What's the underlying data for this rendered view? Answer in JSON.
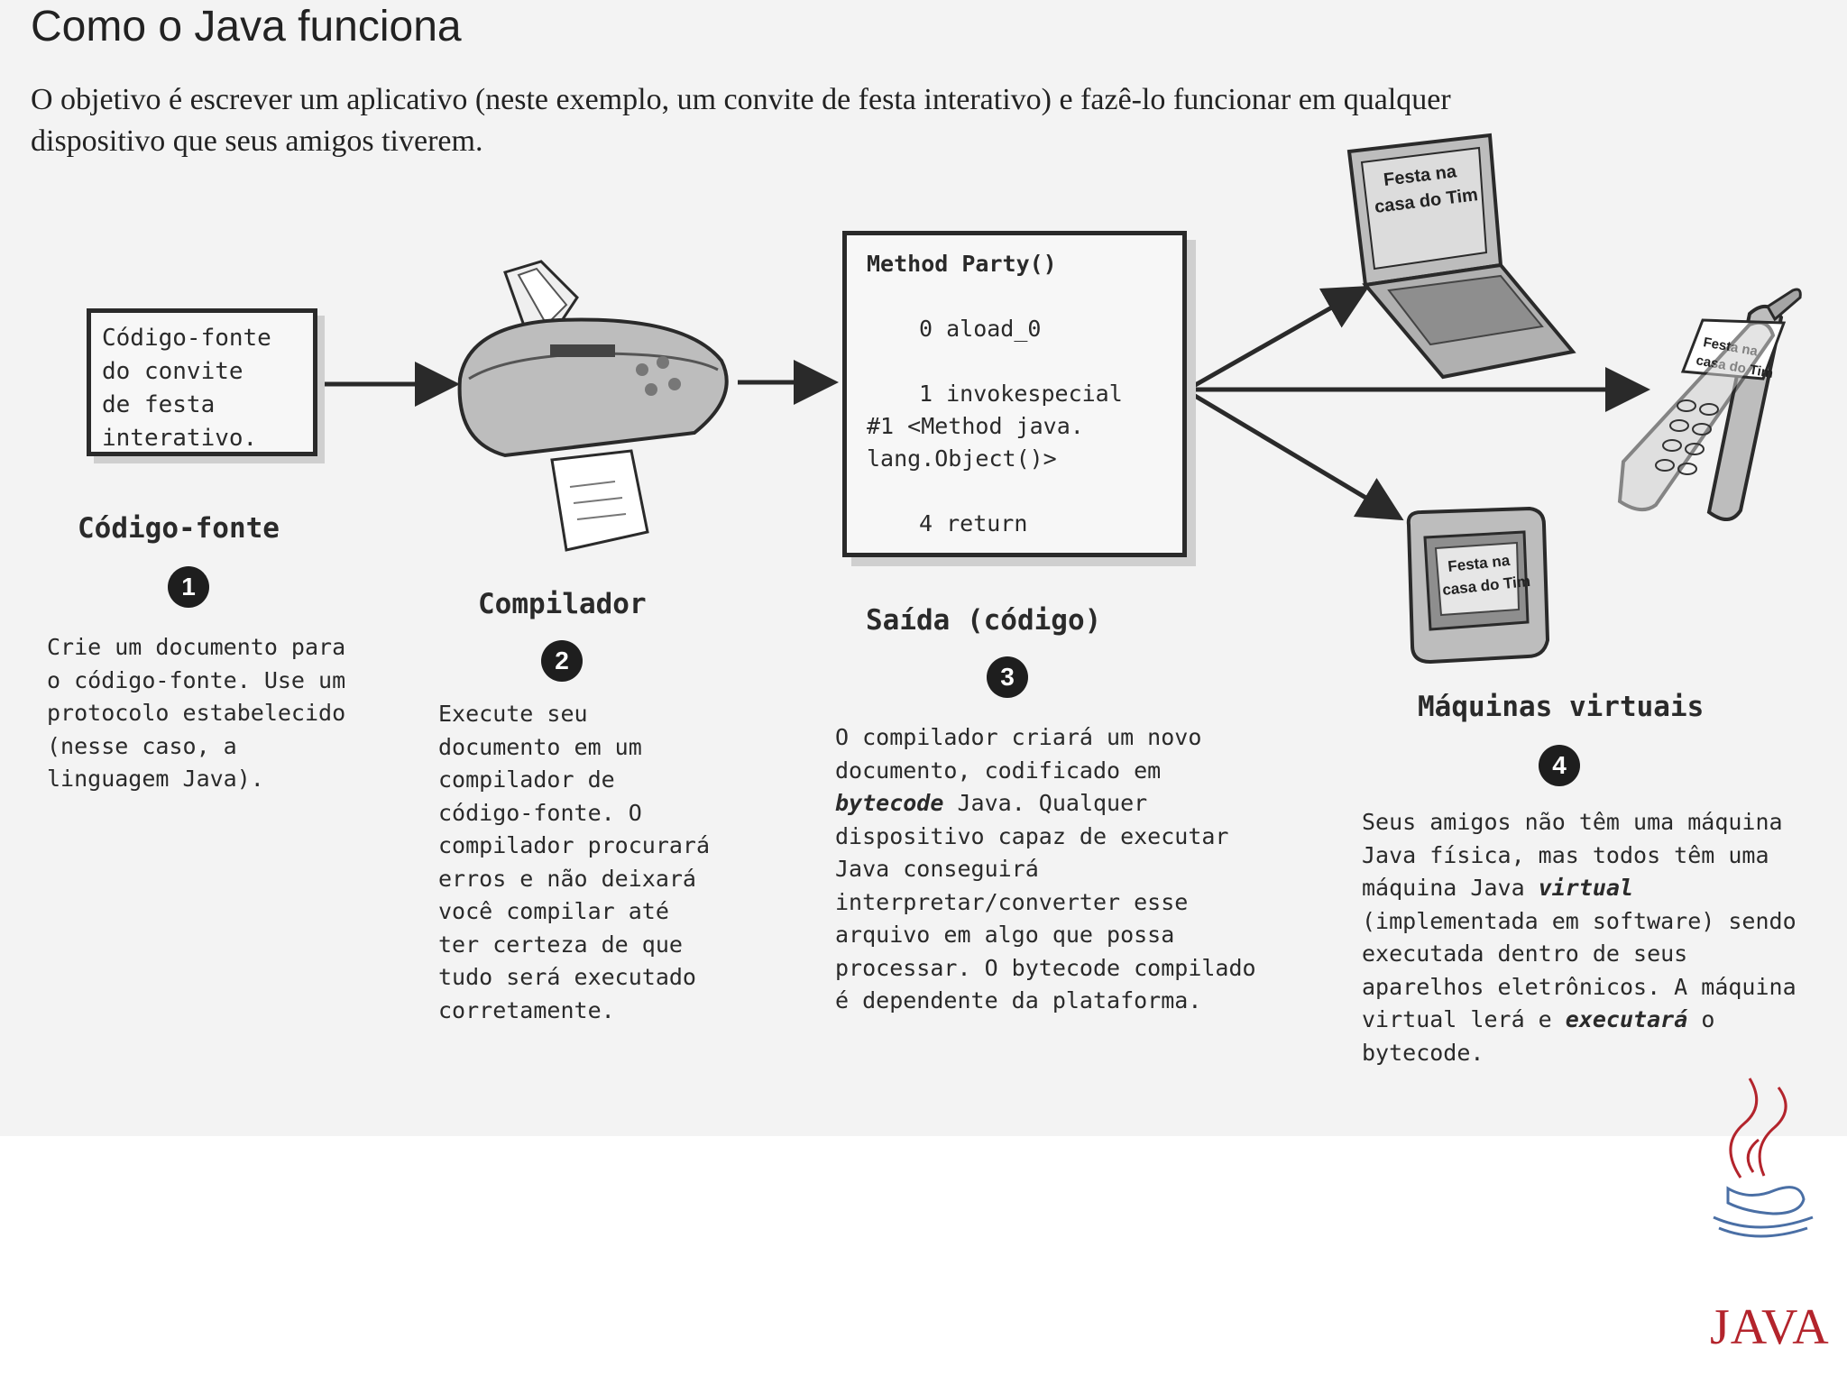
{
  "title": "Como o Java funciona",
  "intro": "O objetivo é escrever um aplicativo (neste exemplo, um convite de festa interativo) e fazê-lo funcionar em qualquer dispositivo que seus amigos tiverem.",
  "source_box": "Código-fonte\ndo convite\nde festa\ninterativo.",
  "bytecode_box": {
    "header": "Method Party()",
    "lines": [
      "0 aload_0",
      "1 invokespecial",
      "#1 <Method java.",
      "lang.Object()>",
      "4 return"
    ]
  },
  "device_screens": {
    "laptop": [
      "Festa na",
      "casa do Tim"
    ],
    "phone": [
      "Festa na",
      "casa do Tim"
    ],
    "pda": [
      "Festa na",
      "casa do Tim"
    ]
  },
  "steps": [
    {
      "number": "1",
      "title": "Código-fonte",
      "desc": [
        "Crie um documento para",
        "o código-fonte. Use um",
        "protocolo estabelecido",
        "(nesse caso, a",
        "linguagem Java)."
      ]
    },
    {
      "number": "2",
      "title": "Compilador",
      "desc": [
        "Execute seu",
        "documento em um",
        "compilador de",
        "código-fonte. O",
        "compilador procurará",
        "erros e não deixará",
        "você compilar até",
        "ter certeza de que",
        "tudo será executado",
        "corretamente."
      ]
    },
    {
      "number": "3",
      "title": "Saída (código)",
      "desc_pre": "O compilador criará um novo documento, codificado em",
      "desc_bold": "bytecode",
      "desc_post": "Java. Qualquer dispositivo capaz de executar Java conseguirá interpretar/converter esse arquivo em algo que possa processar. O bytecode compilado é dependente da plataforma."
    },
    {
      "number": "4",
      "title": "Máquinas virtuais",
      "desc_pre": "Seus amigos não têm uma máquina Java física, mas todos têm uma máquina Java",
      "desc_bold1": "virtual",
      "desc_mid": "(implementada em software) sendo executada dentro de seus aparelhos eletrônicos. A máquina virtual lerá e",
      "desc_bold2": "executará",
      "desc_post": "o bytecode."
    }
  ],
  "logo": {
    "text": "JAVA",
    "color": "#b3242c"
  }
}
